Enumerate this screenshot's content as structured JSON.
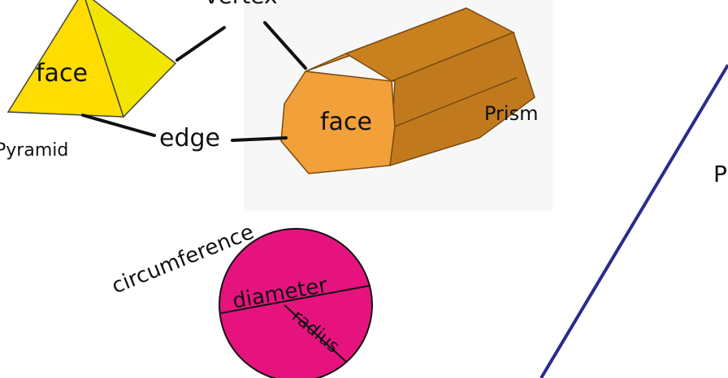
{
  "labels": {
    "vertex": "vertex",
    "pyramid_face": "face",
    "prism_face": "face",
    "edge": "edge",
    "pyramid": "Pyramid",
    "prism": "Prism",
    "circumference": "circumference",
    "diameter": "diameter",
    "radius": "radius",
    "cut_off_right": "P"
  },
  "colors": {
    "pyramid_front": "#ffd800",
    "pyramid_side": "#f5e400",
    "prism_front": "#f3a13a",
    "prism_top": "#d88a2a",
    "prism_side": "#c87f24",
    "circle": "#e6137f",
    "line_blue": "#2b2a8c",
    "connector": "#111111"
  }
}
